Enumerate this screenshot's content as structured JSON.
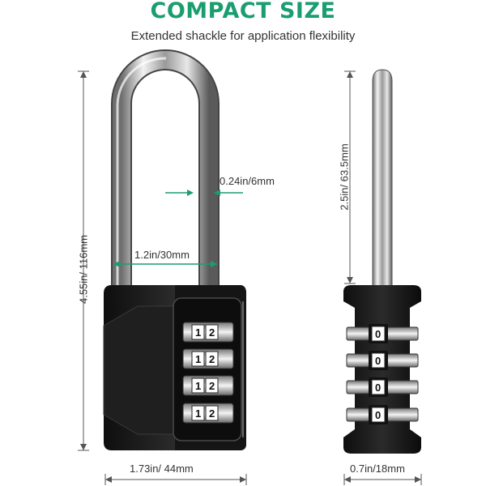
{
  "header": {
    "title": "COMPACT SIZE",
    "subtitle": "Extended shackle for application flexibility"
  },
  "dimensions": {
    "total_height": "4.55in/ 116mm",
    "shackle_thickness": "0.24in/6mm",
    "shackle_clearance": "1.2in/30mm",
    "body_width": "1.73in/ 44mm",
    "shackle_height": "2.5in/ 63.5mm",
    "side_depth": "0.7in/18mm"
  },
  "dials_front": [
    {
      "digits": "1 2"
    },
    {
      "digits": "1 2"
    },
    {
      "digits": "1 2"
    },
    {
      "digits": "1 2"
    }
  ],
  "dials_side": [
    "0",
    "0",
    "0",
    "0"
  ],
  "colors": {
    "accent": "#1a9e70",
    "lock_body": "#1b1b1b",
    "dim_line": "#555555"
  }
}
